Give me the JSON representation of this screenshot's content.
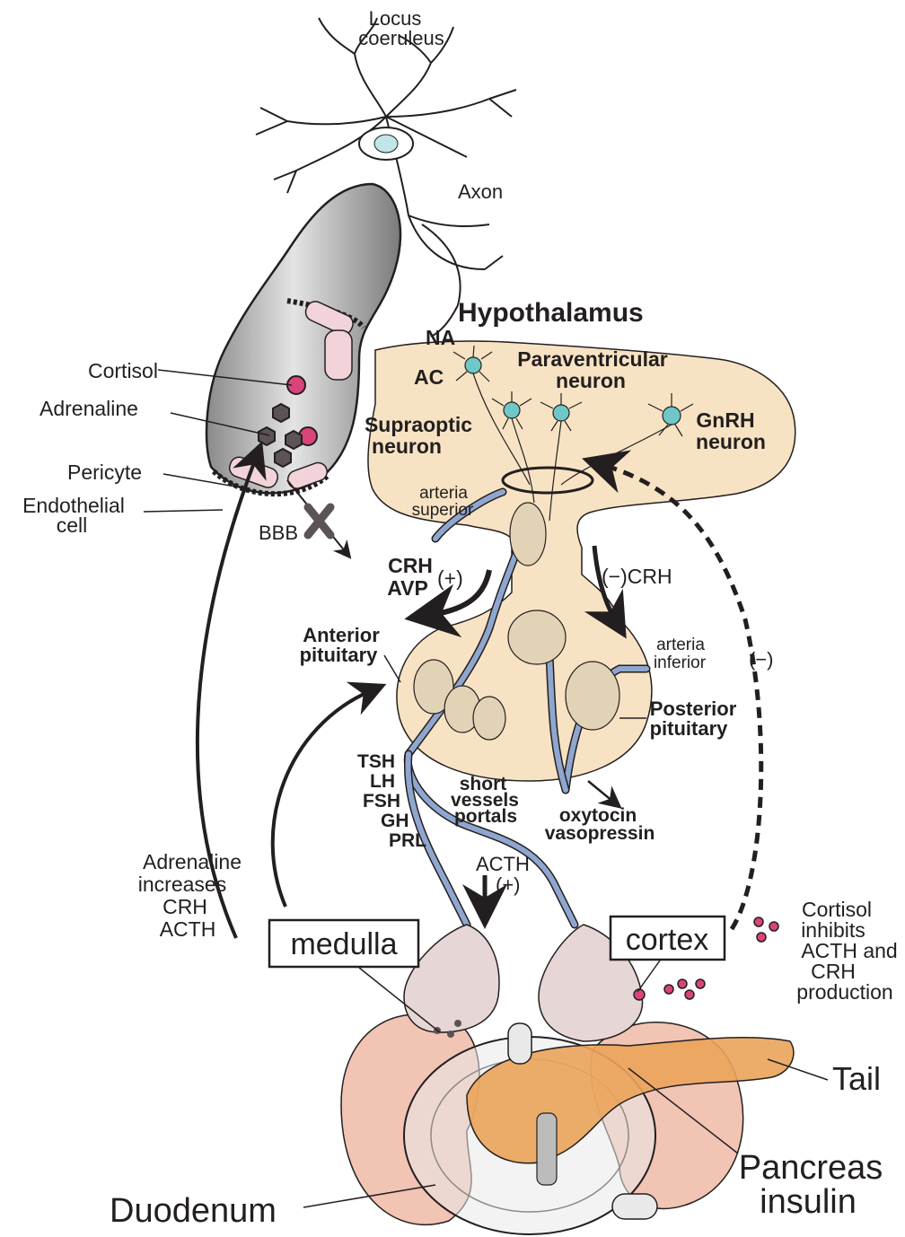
{
  "labels": {
    "locus_coeruleus": [
      "Locus",
      "coeruleus"
    ],
    "axon": "Axon",
    "hypothalamus": "Hypothalamus",
    "na": "NA",
    "ac": "AC",
    "paraventricular": [
      "Paraventricular",
      "neuron"
    ],
    "supraoptic": [
      "Supraoptic",
      "neuron"
    ],
    "gnrh": [
      "GnRH",
      "neuron"
    ],
    "cortisol": "Cortisol",
    "adrenaline": "Adrenaline",
    "pericyte": "Pericyte",
    "endothelial": [
      "Endothelial",
      "cell"
    ],
    "bbb": "BBB",
    "arteria_superior": [
      "arteria",
      "superior"
    ],
    "crh_avp": [
      "CRH",
      "AVP"
    ],
    "plus": "(+)",
    "minus_crh": "(−)CRH",
    "anterior_pituitary": [
      "Anterior",
      "pituitary"
    ],
    "arteria_inferior": [
      "arteria",
      "inferior"
    ],
    "minus": "(−)",
    "posterior_pituitary": [
      "Posterior",
      "pituitary"
    ],
    "hormones": [
      "TSH",
      "LH",
      "FSH",
      "GH",
      "PRL"
    ],
    "short_vessels": [
      "short",
      "vessels",
      "portals"
    ],
    "oxytocin": [
      "oxytocin",
      "vasopressin"
    ],
    "acth": "ACTH",
    "acth_plus": "(+)",
    "adrenaline_increases": [
      "Adrenaline",
      "increases",
      "CRH",
      "ACTH"
    ],
    "medulla": "medulla",
    "cortex": "cortex",
    "cortisol_inhibits": [
      "Cortisol",
      "inhibits",
      "ACTH and",
      "CRH",
      "production"
    ],
    "tail": "Tail",
    "pancreas": [
      "Pancreas",
      "insulin"
    ],
    "duodenum": "Duodenum"
  },
  "colors": {
    "hypothalamus_fill": "#f7e3c3",
    "pituitary_fill": "#f6e1bf",
    "vessel_blue": "#8fa6cf",
    "neuron_cyan": "#6fc7c7",
    "cortisol_pink": "#d9447a",
    "adrenal_fill": "#e6d6d6",
    "kidney_fill": "#f1c4b4",
    "pancreas_fill": "#eba45a",
    "capillary_fill": "#b9b9b9",
    "ink": "#231f20"
  }
}
